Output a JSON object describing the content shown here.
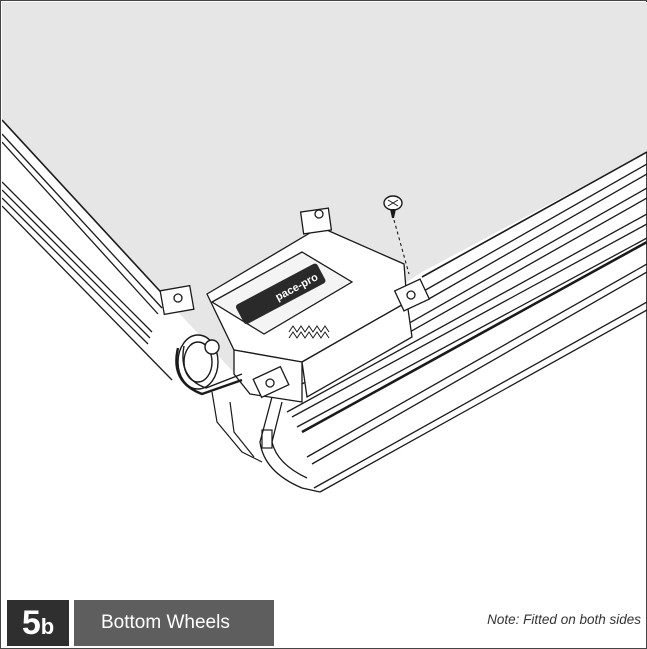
{
  "step": {
    "number": "5",
    "suffix": "b",
    "title": "Bottom Wheels"
  },
  "note": "Note: Fitted on both sides",
  "colors": {
    "panel_fill": "#e6e6e6",
    "line": "#1a1a1a",
    "badge_dark": "#2f2f2f",
    "badge_mid": "#5e5e5e"
  },
  "parts": {
    "label_text": "pace-pro"
  }
}
